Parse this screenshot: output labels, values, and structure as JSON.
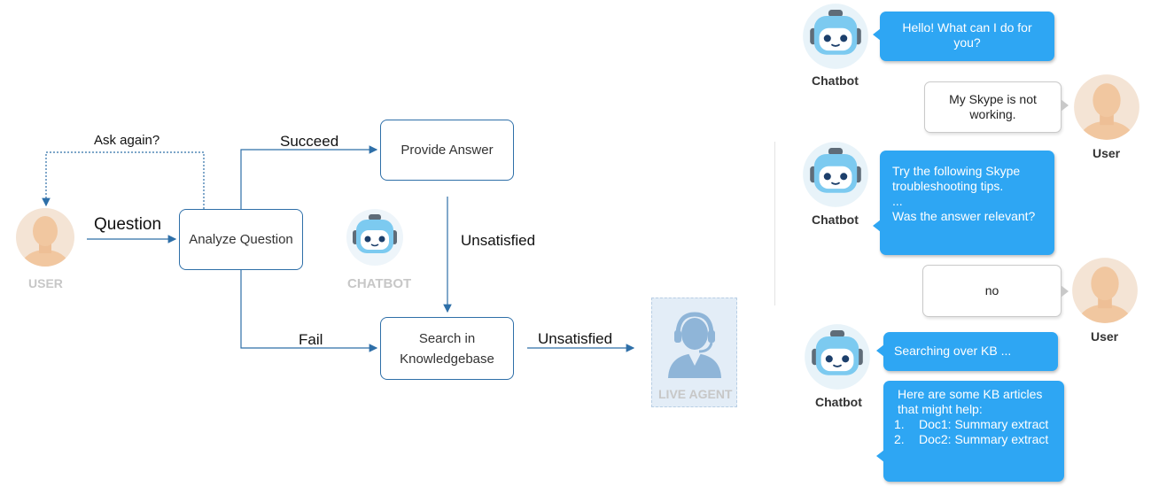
{
  "flow": {
    "ask_again": "Ask again?",
    "question": "Question",
    "succeed": "Succeed",
    "fail": "Fail",
    "unsatisfied_vertical": "Unsatisfied",
    "unsatisfied_horizontal": "Unsatisfied",
    "user_label": "USER",
    "chatbot_label": "CHATBOT",
    "live_agent_label": "LIVE AGENT",
    "analyze_question": "Analyze Question",
    "provide_answer": "Provide Answer",
    "search_kb_line1": "Search in",
    "search_kb_line2": "Knowledgebase"
  },
  "chat": {
    "chatbot_name": "Chatbot",
    "user_name": "User",
    "messages": [
      {
        "text": "Hello! What can I do for you?"
      },
      {
        "text": "My Skype is not working."
      },
      {
        "lines": [
          "Try the following Skype troubleshooting tips.",
          "...",
          "Was the answer relevant?"
        ]
      },
      {
        "text": "no"
      },
      {
        "text": "Searching over KB ..."
      },
      {
        "intro": "Here are some KB articles that might help:",
        "items": [
          {
            "num": "1.",
            "text": "Doc1: Summary extract"
          },
          {
            "num": "2.",
            "text": "Doc2: Summary extract"
          }
        ]
      }
    ]
  },
  "colors": {
    "accent": "#2ea6f3",
    "flow_line": "#2e6fa8",
    "robot_head": "#7ccaf0"
  },
  "icons": [
    "robot-icon",
    "user-avatar-icon",
    "headset-agent-icon"
  ]
}
